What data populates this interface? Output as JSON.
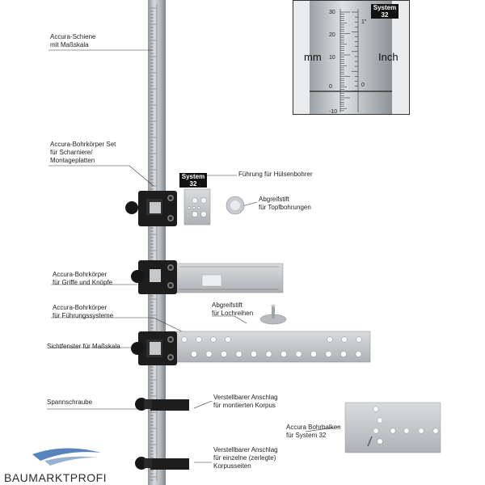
{
  "labels": {
    "schiene": [
      "Accura-Schiene",
      "mit Maßskala"
    ],
    "bohrkoerper_set": [
      "Accura-Bohrkörper Set",
      "für Scharniere/",
      "Montageplatten"
    ],
    "fuehrung": [
      "Führung für Hülsenbohrer"
    ],
    "abgreifstift_topf": [
      "Abgreifstift",
      "für Topfbohrungen"
    ],
    "griffe": [
      "Accura-Bohrkörper",
      "für Griffe und Knöpfe"
    ],
    "fuehrungssysteme": [
      "Accura-Bohrkörper",
      "für Führungssysteme"
    ],
    "abgreifstift_loch": [
      "Abgreifstift",
      "für Lochreihen"
    ],
    "sichtfenster": [
      "Sichtfenster für Maßskala"
    ],
    "spannschraube": [
      "Spannschraube"
    ],
    "anschlag_montiert": [
      "Verstellbarer Anschlag",
      "für montierten Korpus"
    ],
    "bohrbalken": [
      "Accura Bohrbalken",
      "für System 32"
    ],
    "anschlag_einzeln": [
      "Verstellbarer Anschlag",
      "für einzelne (zerlegte)",
      "Korpusseiten"
    ]
  },
  "inset": {
    "mm_label": "mm",
    "inch_label": "Inch",
    "mm_ticks": [
      "30",
      "20",
      "10",
      "0",
      "-10"
    ],
    "inch_ticks": [
      "1\"",
      "0"
    ],
    "badge_top": "System",
    "badge_bottom": "32"
  },
  "badge": {
    "top": "System",
    "bottom": "32"
  },
  "watermark": "BAUMARKTPROFI",
  "colors": {
    "rail": "#b9bec3",
    "block": "#1d1d1d",
    "plate": "#c9ccd0",
    "accent_blue": "#3a6fb0"
  }
}
